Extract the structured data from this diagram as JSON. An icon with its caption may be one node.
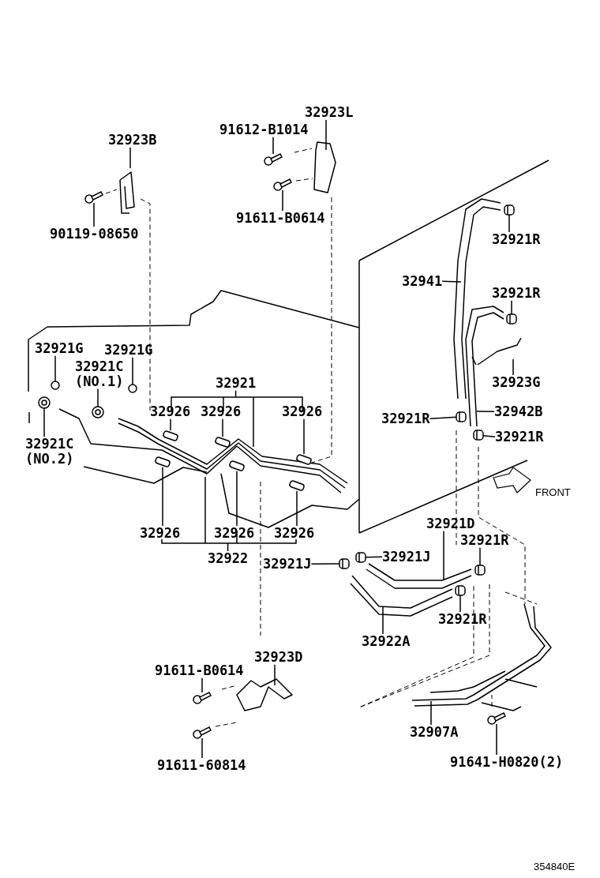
{
  "diagram": {
    "nodes": [
      {
        "text": [
          "32923L"
        ]
      },
      {
        "text": [
          "91612-B1014"
        ]
      },
      {
        "text": [
          "91611-B0614"
        ]
      },
      {
        "text": [
          "32923B"
        ]
      },
      {
        "text": [
          "90119-08650"
        ]
      },
      {
        "text": [
          "32921R"
        ]
      },
      {
        "text": [
          "32941"
        ]
      },
      {
        "text": [
          "32921R"
        ]
      },
      {
        "text": [
          "32923G"
        ]
      },
      {
        "text": [
          "32921G"
        ]
      },
      {
        "text": [
          "32921G"
        ]
      },
      {
        "text": [
          "32921C (NO.1)"
        ]
      },
      {
        "text": [
          "32921"
        ]
      },
      {
        "text": [
          "32926"
        ]
      },
      {
        "text": [
          "32926"
        ]
      },
      {
        "text": [
          "32926"
        ]
      },
      {
        "text": [
          "32921R"
        ]
      },
      {
        "text": [
          "32942B"
        ]
      },
      {
        "text": [
          "32921C (NO.2)"
        ]
      },
      {
        "text": [
          "32921R"
        ]
      },
      {
        "text": [
          "32926"
        ]
      },
      {
        "text": [
          "32926"
        ]
      },
      {
        "text": [
          "32926"
        ]
      },
      {
        "text": [
          "32922"
        ]
      },
      {
        "text": [
          "32921D"
        ]
      },
      {
        "text": [
          "32921J"
        ]
      },
      {
        "text": [
          "32921J"
        ]
      },
      {
        "text": [
          "32921R"
        ]
      },
      {
        "text": [
          "32921R"
        ]
      },
      {
        "text": [
          "32922A"
        ]
      },
      {
        "text": [
          "32923D"
        ]
      },
      {
        "text": [
          "91611-B0614"
        ]
      },
      {
        "text": [
          "91611-60814"
        ]
      },
      {
        "text": [
          "32907A"
        ]
      },
      {
        "text": [
          "91641-H0820(2)"
        ]
      },
      {
        "text": [],
        "shape": "picture"
      },
      {
        "text": [],
        "shape": "picture"
      },
      {
        "text": [],
        "shape": "picture"
      },
      {
        "text": [],
        "shape": "picture"
      },
      {
        "text": [],
        "shape": "picture"
      },
      {
        "text": [],
        "shape": "circle"
      },
      {
        "text": [],
        "shape": "circle"
      },
      {
        "text": [],
        "shape": "picture"
      },
      {
        "text": [],
        "shape": "box"
      },
      {
        "text": [],
        "shape": "box"
      },
      {
        "text": [],
        "shape": "box"
      },
      {
        "text": [],
        "shape": "picture"
      },
      {
        "text": [],
        "shape": "picture"
      },
      {
        "text": [],
        "shape": "picture"
      },
      {
        "text": [],
        "shape": "box"
      },
      {
        "text": [],
        "shape": "box"
      },
      {
        "text": [],
        "shape": "box"
      },
      {
        "text": [],
        "shape": "picture"
      },
      {
        "text": [],
        "shape": "picture"
      },
      {
        "text": [],
        "shape": "picture"
      },
      {
        "text": [],
        "shape": "picture"
      },
      {
        "text": [],
        "shape": "picture"
      },
      {
        "text": [],
        "shape": "picture"
      },
      {
        "text": [],
        "shape": "picture"
      }
    ],
    "edges": [
      {
        "from": 0,
        "to": null,
        "arrow": "none"
      },
      {
        "from": 1,
        "to": 35,
        "arrow": "none"
      },
      {
        "from": 2,
        "to": 36,
        "arrow": "none"
      },
      {
        "from": 3,
        "to": null,
        "arrow": "none"
      },
      {
        "from": 4,
        "to": 37,
        "arrow": "none"
      },
      {
        "from": 5,
        "to": 38,
        "arrow": "none"
      },
      {
        "from": 6,
        "to": null,
        "arrow": "none"
      },
      {
        "from": 7,
        "to": 39,
        "arrow": "none"
      },
      {
        "from": 8,
        "to": null,
        "arrow": "none"
      },
      {
        "from": 9,
        "to": 40,
        "arrow": "none"
      },
      {
        "from": 10,
        "to": 41,
        "arrow": "none"
      },
      {
        "from": 11,
        "to": 42,
        "arrow": "none"
      },
      {
        "from": 12,
        "to": null,
        "arrow": "none"
      },
      {
        "from": 13,
        "to": 43,
        "arrow": "none"
      },
      {
        "from": 14,
        "to": 44,
        "arrow": "none"
      },
      {
        "from": 15,
        "to": 45,
        "arrow": "none"
      },
      {
        "from": 16,
        "to": 46,
        "arrow": "none"
      },
      {
        "from": 17,
        "to": null,
        "arrow": "none"
      },
      {
        "from": 18,
        "to": 47,
        "arrow": "none"
      },
      {
        "from": 19,
        "to": 48,
        "arrow": "none"
      },
      {
        "from": 20,
        "to": 49,
        "arrow": "none"
      },
      {
        "from": 21,
        "to": 50,
        "arrow": "none"
      },
      {
        "from": 22,
        "to": 51,
        "arrow": "none"
      },
      {
        "from": 23,
        "to": null,
        "arrow": "none"
      },
      {
        "from": 24,
        "to": null,
        "arrow": "none"
      },
      {
        "from": 25,
        "to": 52,
        "arrow": "none"
      },
      {
        "from": 26,
        "to": 53,
        "arrow": "none"
      },
      {
        "from": 27,
        "to": 54,
        "arrow": "none"
      },
      {
        "from": 28,
        "to": 55,
        "arrow": "none"
      },
      {
        "from": 29,
        "to": null,
        "arrow": "none"
      },
      {
        "from": 30,
        "to": null,
        "arrow": "none"
      },
      {
        "from": 31,
        "to": 56,
        "arrow": "none"
      },
      {
        "from": 32,
        "to": 57,
        "arrow": "none"
      },
      {
        "from": 33,
        "to": null,
        "arrow": "none"
      },
      {
        "from": 34,
        "to": 58,
        "arrow": "none"
      }
    ],
    "labels": [
      "FRONT",
      "354840E"
    ]
  }
}
